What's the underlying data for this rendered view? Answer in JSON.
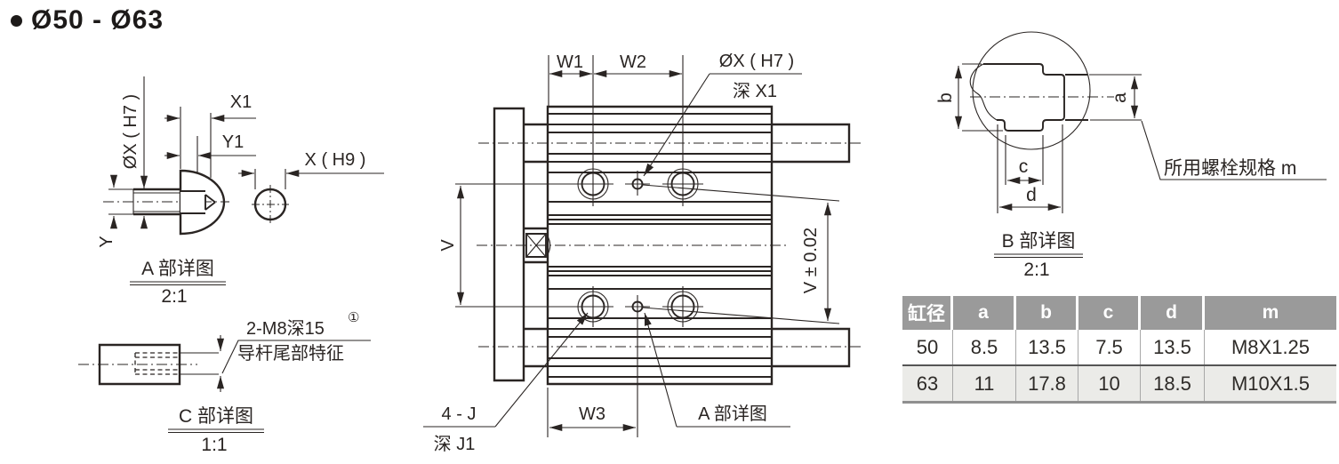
{
  "page": {
    "title": "Ø50 - Ø63"
  },
  "detail_a": {
    "caption": "A 部详图",
    "scale": "2:1",
    "dim_dia_x": "ØX ( H7 )",
    "dim_x1": "X1",
    "dim_y1": "Y1",
    "dim_x_h9": "X ( H9 )",
    "dim_y": "Y"
  },
  "detail_c": {
    "caption": "C 部详图",
    "scale": "1:1",
    "note_thread": "2-M8深15",
    "note_sup": "①",
    "note_feature": "导杆尾部特征"
  },
  "main_view": {
    "dim_w1": "W1",
    "dim_w2": "W2",
    "dim_w3": "W3",
    "label_dia_x": "ØX ( H7 )",
    "label_depth_x1": "深 X1",
    "dim_v": "V",
    "dim_v_tol": "V ± 0.02",
    "label_4j": "4 - J",
    "label_depth_j1": "深 J1",
    "label_detail_a_ref": "A 部详图"
  },
  "detail_b": {
    "caption": "B 部详图",
    "scale": "2:1",
    "dim_a": "a",
    "dim_b": "b",
    "dim_c": "c",
    "dim_d": "d",
    "note_bolt": "所用螺栓规格 m"
  },
  "table": {
    "headers": [
      "缸径",
      "a",
      "b",
      "c",
      "d",
      "m"
    ],
    "rows": [
      [
        "50",
        "8.5",
        "13.5",
        "7.5",
        "13.5",
        "M8X1.25"
      ],
      [
        "63",
        "11",
        "17.8",
        "10",
        "18.5",
        "M10X1.5"
      ]
    ]
  },
  "colors": {
    "line": "#2a2523",
    "table_header_bg": "#9a9a9a",
    "table_alt_row_bg": "#ebebe8"
  }
}
